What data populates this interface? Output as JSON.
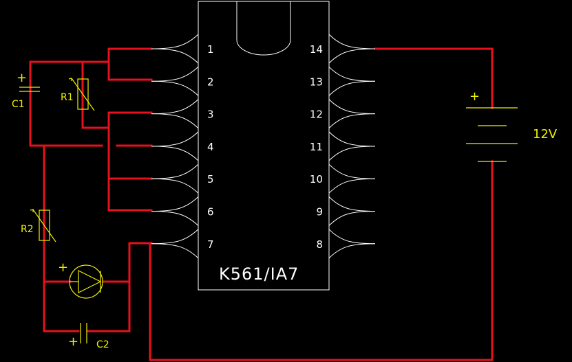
{
  "chip": {
    "label": "K561/IA7",
    "left_pins": [
      "1",
      "2",
      "3",
      "4",
      "5",
      "6",
      "7"
    ],
    "right_pins": [
      "14",
      "13",
      "12",
      "11",
      "10",
      "9",
      "8"
    ]
  },
  "components": {
    "c1": {
      "label": "C1",
      "polarity": "+"
    },
    "r1": {
      "label": "R1"
    },
    "r2": {
      "label": "R2"
    },
    "c2": {
      "label": "C2",
      "polarity": "+"
    },
    "diode": {
      "polarity": "+"
    },
    "battery": {
      "label": "12V",
      "polarity": "+"
    }
  },
  "colors": {
    "background": "#000000",
    "wire": "#e8101c",
    "chip_outline": "#ffffff",
    "component": "#f0f000"
  }
}
